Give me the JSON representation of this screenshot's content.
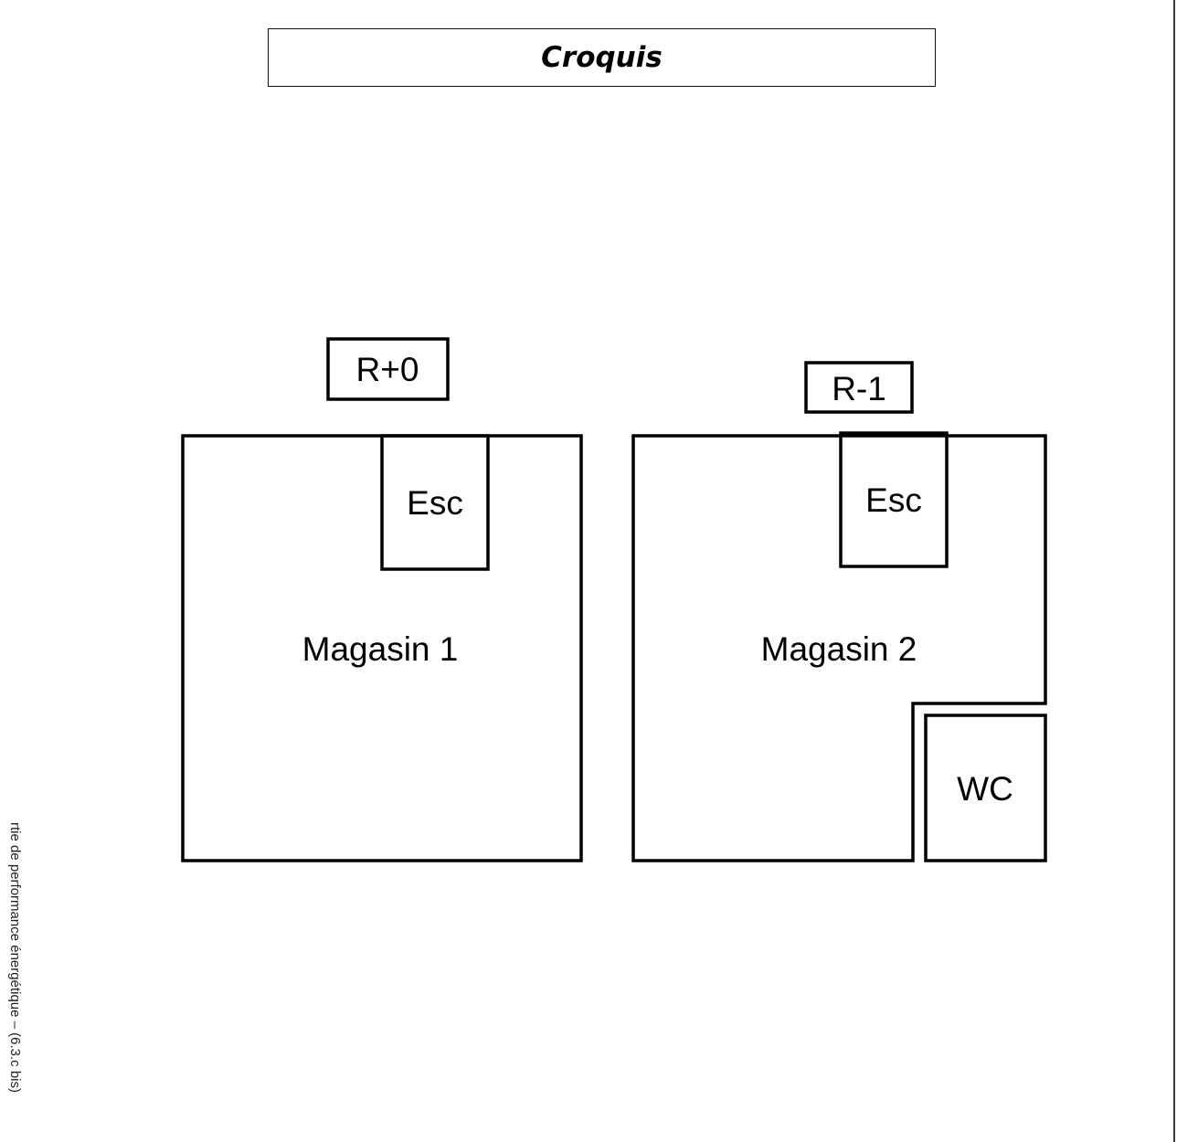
{
  "header": {
    "title": "Croquis"
  },
  "sidebar": {
    "vertical_note": "rtie de performance énergétique – (6.3.c bis)"
  },
  "plans": {
    "ground_floor": {
      "level_label": "R+0",
      "stair_label": "Esc",
      "room_label": "Magasin 1"
    },
    "basement": {
      "level_label": "R-1",
      "stair_label": "Esc",
      "room_label": "Magasin 2",
      "wc_label": "WC"
    }
  },
  "colors": {
    "line": "#000000",
    "background": "#ffffff"
  }
}
